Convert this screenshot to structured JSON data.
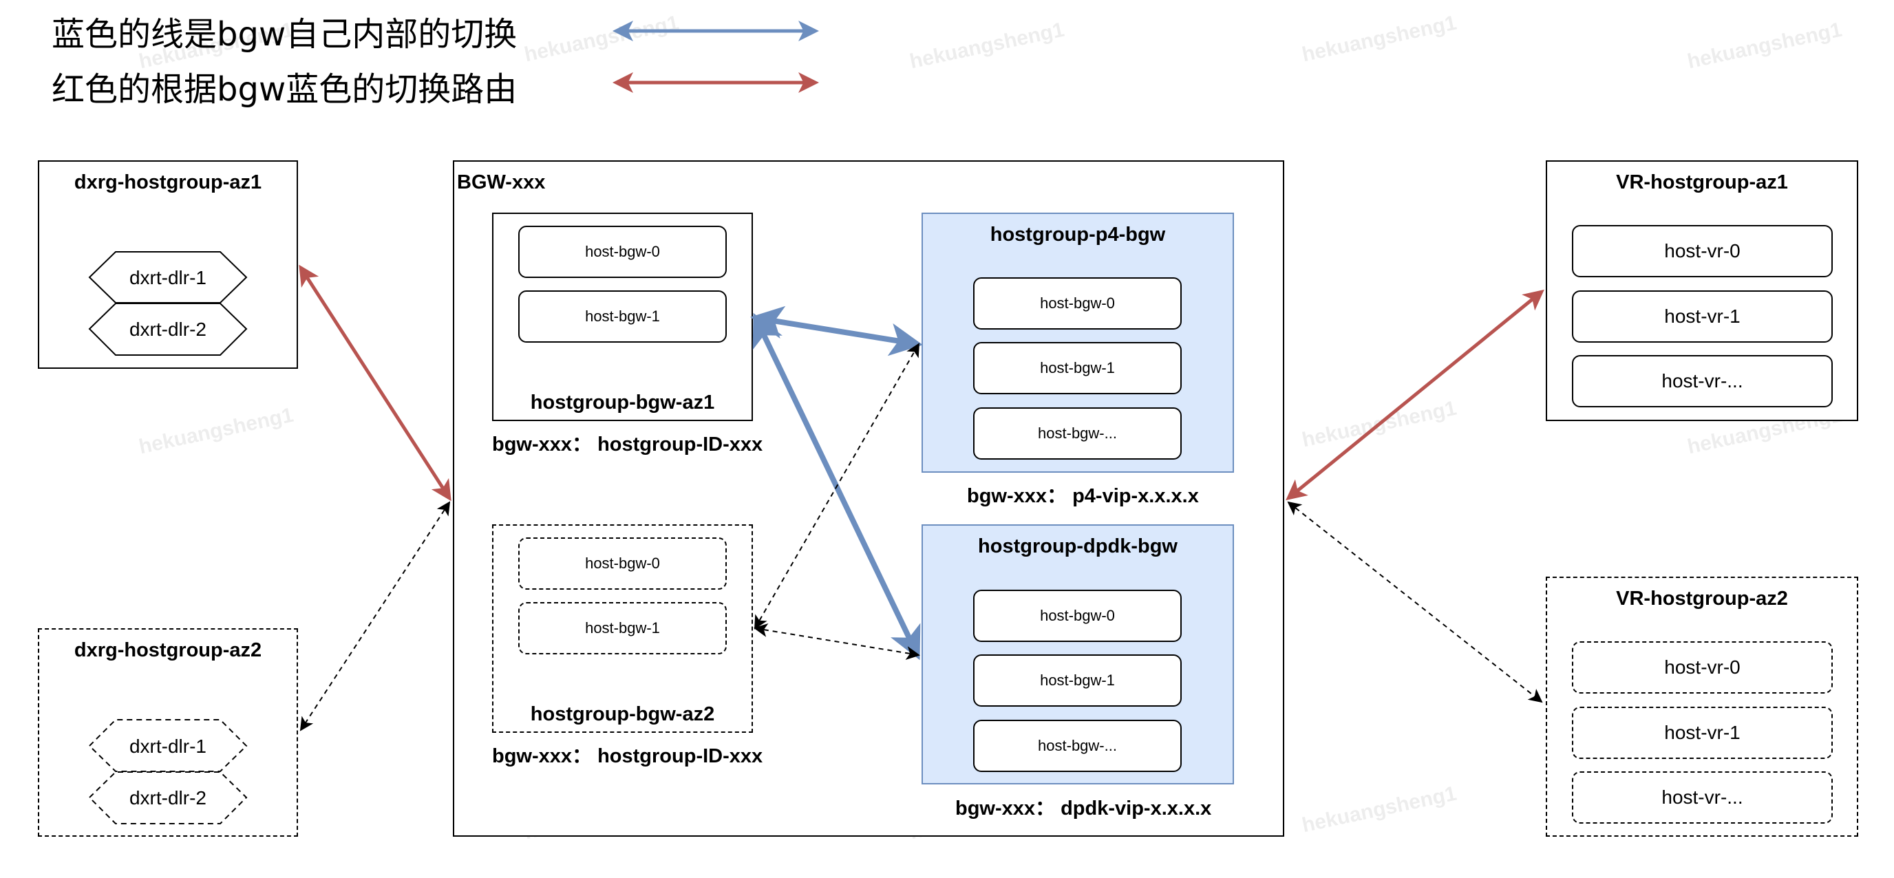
{
  "legend": {
    "blue_text": "蓝色的线是bgw自己内部的切换",
    "red_text": "红色的根据bgw蓝色的切换路由",
    "blue_color": "#6c8ebf",
    "red_color": "#b85450"
  },
  "dxrg_az1": {
    "title": "dxrg-hostgroup-az1",
    "nodes": [
      "dxrt-dlr-1",
      "dxrt-dlr-2"
    ]
  },
  "dxrg_az2": {
    "title": "dxrg-hostgroup-az2",
    "nodes": [
      "dxrt-dlr-1",
      "dxrt-dlr-2"
    ]
  },
  "bgw": {
    "title": "BGW-xxx",
    "az1": {
      "title": "hostgroup-bgw-az1",
      "hosts": [
        "host-bgw-0",
        "host-bgw-1"
      ],
      "caption": "bgw-xxx： hostgroup-ID-xxx"
    },
    "az2": {
      "title": "hostgroup-bgw-az2",
      "hosts": [
        "host-bgw-0",
        "host-bgw-1"
      ],
      "caption": "bgw-xxx： hostgroup-ID-xxx"
    },
    "p4": {
      "title": "hostgroup-p4-bgw",
      "hosts": [
        "host-bgw-0",
        "host-bgw-1",
        "host-bgw-..."
      ],
      "caption": "bgw-xxx： p4-vip-x.x.x.x"
    },
    "dpdk": {
      "title": "hostgroup-dpdk-bgw",
      "hosts": [
        "host-bgw-0",
        "host-bgw-1",
        "host-bgw-..."
      ],
      "caption": "bgw-xxx： dpdk-vip-x.x.x.x"
    }
  },
  "vr_az1": {
    "title": "VR-hostgroup-az1",
    "hosts": [
      "host-vr-0",
      "host-vr-1",
      "host-vr-..."
    ]
  },
  "vr_az2": {
    "title": "VR-hostgroup-az2",
    "hosts": [
      "host-vr-0",
      "host-vr-1",
      "host-vr-..."
    ]
  },
  "watermark_text": "hekuangsheng1"
}
